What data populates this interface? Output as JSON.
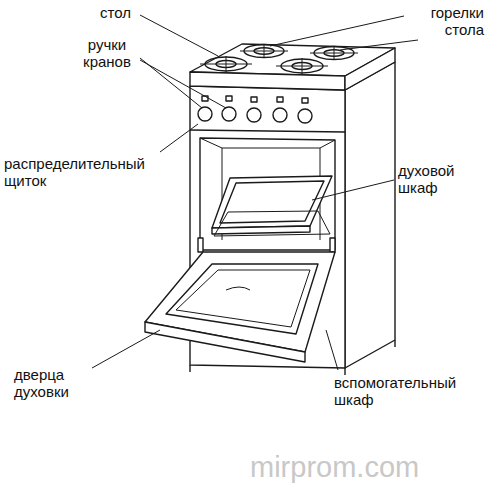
{
  "diagram": {
    "labels": [
      "стол",
      "горелки стола",
      "ручки кранов",
      "распределительный щиток",
      "духовой шкаф",
      "дверца духовки",
      "вспомогательный шкаф",
      "mirprom.com"
    ]
  }
}
